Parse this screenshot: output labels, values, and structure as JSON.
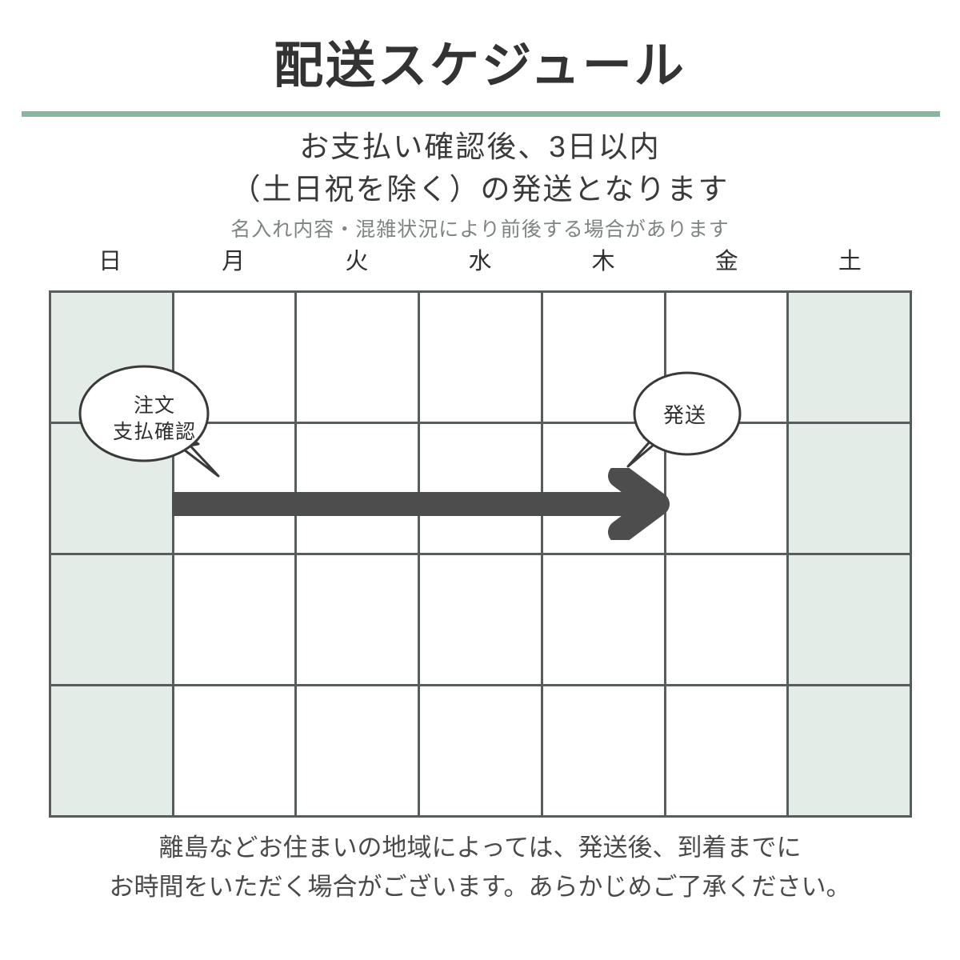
{
  "header": {
    "title": "配送スケジュール",
    "rule_color": "#8cb2a0"
  },
  "subtitle": {
    "line1": "お支払い確認後、3日以内",
    "line2": "（土日祝を除く）の発送となります",
    "note": "名入れ内容・混雑状況により前後する場合があります"
  },
  "calendar": {
    "day_headers": [
      {
        "label": "日",
        "weekend": true
      },
      {
        "label": "月",
        "weekend": false
      },
      {
        "label": "火",
        "weekend": false
      },
      {
        "label": "水",
        "weekend": false
      },
      {
        "label": "木",
        "weekend": false
      },
      {
        "label": "金",
        "weekend": false
      },
      {
        "label": "土",
        "weekend": true
      }
    ],
    "rows": 4,
    "weekend_fill": "#e3ece7",
    "weekday_fill": "#ffffff",
    "grid_line_color": "#575c5c"
  },
  "bubbles": {
    "order": {
      "line1": "注文",
      "line2": "支払確認"
    },
    "ship": {
      "line1": "発送"
    }
  },
  "arrow": {
    "color": "#4d4d4d",
    "from_day": "月",
    "to_day": "木"
  },
  "footer": {
    "line1": "離島などお住まいの地域によっては、発送後、到着までに",
    "line2": "お時間をいただく場合がございます。あらかじめご了承ください。"
  }
}
